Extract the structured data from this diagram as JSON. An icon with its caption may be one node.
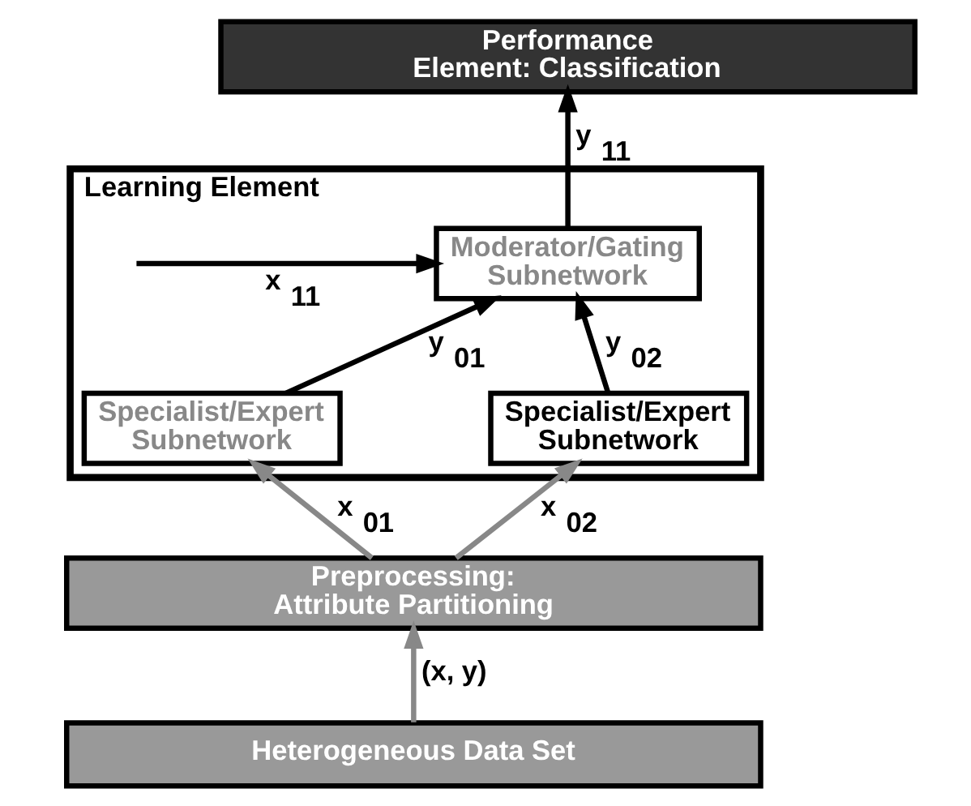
{
  "diagram": {
    "nodes": [
      {
        "text": [
          "Performance Element: Classification"
        ]
      },
      {
        "text": [
          "Learning Element"
        ]
      },
      {
        "text": [
          "Moderator/Gating Subnetwork"
        ],
        "in": 1
      },
      {
        "text": [
          "Specialist/Expert Subnetwork"
        ],
        "in": 1
      },
      {
        "text": [
          "Specialist/Expert Subnetwork"
        ],
        "in": 1
      },
      {
        "text": [
          "Preprocessing: Attribute Partitioning"
        ]
      },
      {
        "text": [
          "Heterogeneous Data Set"
        ]
      }
    ],
    "edges": [
      {
        "from": 2,
        "to": 0,
        "arrow": "to",
        "label": "y$_{11}$"
      },
      {
        "from": null,
        "to": 2,
        "arrow": "to",
        "label": "x$_{11}$"
      },
      {
        "from": 3,
        "to": 2,
        "arrow": "to",
        "label": "y$_{01}$"
      },
      {
        "from": 4,
        "to": 2,
        "arrow": "to",
        "label": "y$_{02}$"
      },
      {
        "from": 5,
        "to": 3,
        "arrow": "to",
        "label": "x$_{01}$",
        "color": "#888888"
      },
      {
        "from": 5,
        "to": 4,
        "arrow": "to",
        "label": "x$_{02}$",
        "color": "#888888"
      },
      {
        "from": 6,
        "to": 5,
        "arrow": "to",
        "label": "(x, y)",
        "color": "#888888"
      }
    ]
  }
}
